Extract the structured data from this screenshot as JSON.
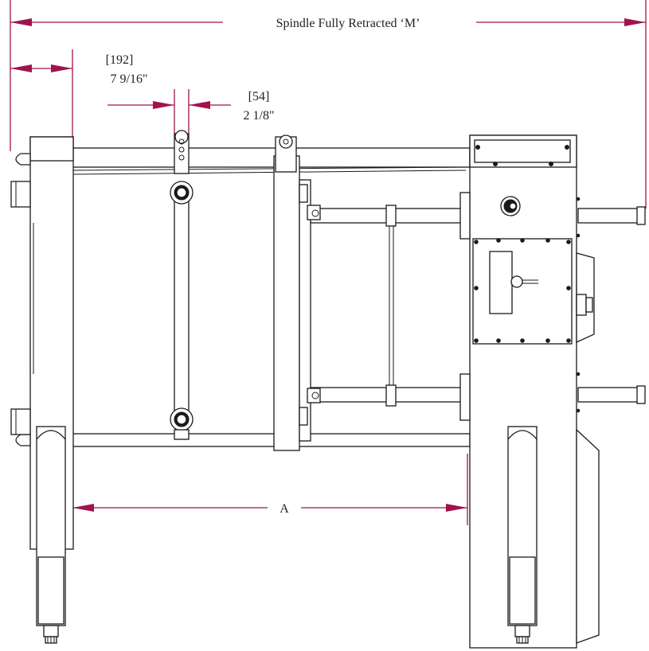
{
  "dimensions": {
    "overall_label": "Spindle Fully Retracted ‘M’",
    "left_offset_mm": "[192]",
    "left_offset_in": "7 9/16\"",
    "clamp_width_mm": "[54]",
    "clamp_width_in": "2 1/8\"",
    "opening_label": "A"
  },
  "colors": {
    "dimension_line": "#a0134d",
    "outline": "#1a1a1a"
  }
}
